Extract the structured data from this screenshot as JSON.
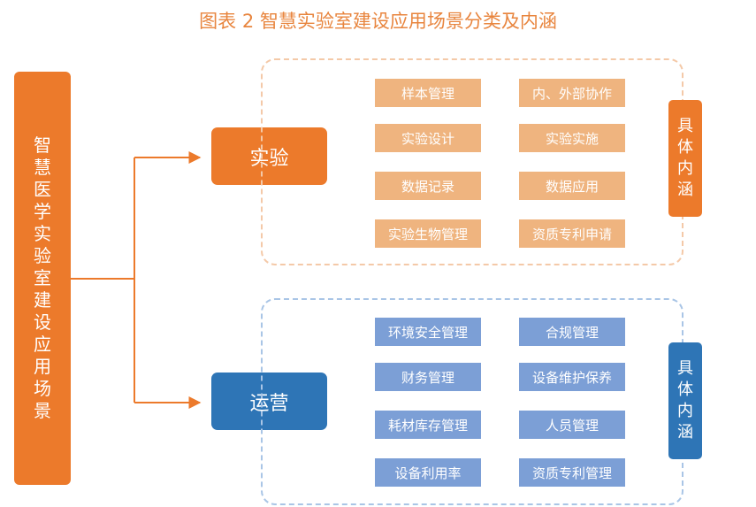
{
  "title": "图表 2 智慧实验室建设应用场景分类及内涵",
  "root": {
    "label": "智慧医学实验室建设应用场景"
  },
  "categories": [
    {
      "label": "实验",
      "side_label": "具体内涵",
      "items": [
        "样本管理",
        "内、外部协作",
        "实验设计",
        "实验实施",
        "数据记录",
        "数据应用",
        "实验生物管理",
        "资质专利申请"
      ]
    },
    {
      "label": "运营",
      "side_label": "具体内涵",
      "items": [
        "环境安全管理",
        "合规管理",
        "财务管理",
        "设备维护保养",
        "耗材库存管理",
        "人员管理",
        "设备利用率",
        "资质专利管理"
      ]
    }
  ],
  "colors": {
    "title": "#e8853e",
    "orange_dark": "#ec7a2b",
    "orange_light": "#efb47f",
    "orange_dash": "#f4c9a8",
    "blue_dark": "#2e75b6",
    "blue_light": "#7c9fd6",
    "blue_dash": "#a9c5e6"
  }
}
